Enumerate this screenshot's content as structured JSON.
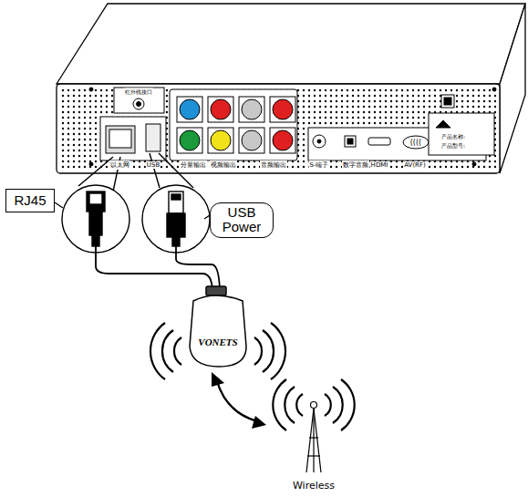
{
  "diagram": {
    "nodes": [
      {
        "text": [
          "RJ45"
        ]
      },
      {
        "text": [
          "USB Power"
        ]
      },
      {
        "text": [
          "VONETS"
        ]
      }
    ],
    "labels": [
      "红外线接口",
      "以太网",
      "USB",
      "分量输出",
      "视频输出",
      "音频输出",
      "S-端子",
      "数字音频",
      "HDMI",
      "AV(RF)",
      "产品名称:",
      "产品型号:",
      "Wireless"
    ]
  }
}
